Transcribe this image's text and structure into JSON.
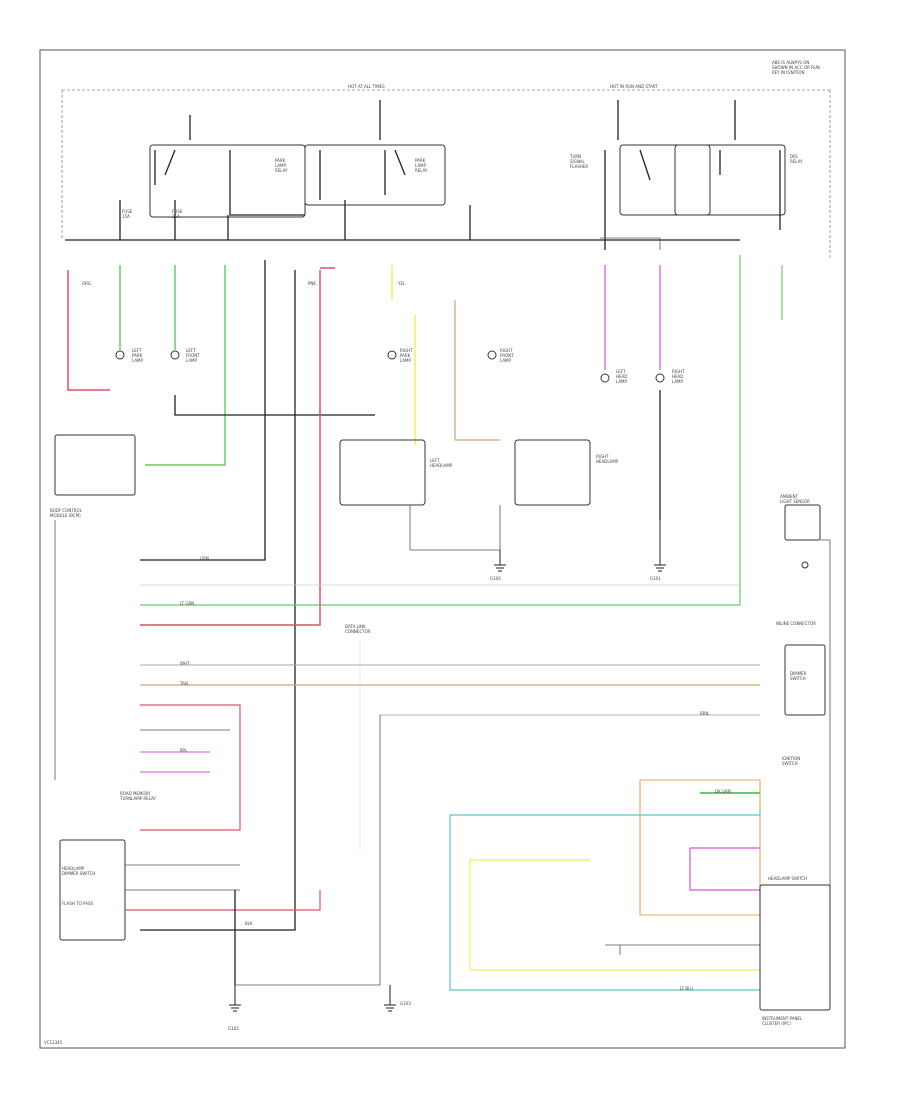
{
  "labels": {
    "page_code": "VC12345",
    "top_left_fuse": "HOT AT ALL TIMES",
    "top_right_fuse": "HOT IN RUN AND START",
    "corner_note": "ABS IS ALWAYS ON\nSHOWN IN ACC OR RUN\nKEY IN IGNITION",
    "fuse_a": "FUSE\n15A",
    "fuse_b": "FUSE\n15A",
    "relay_a": "PARK\nLAMP\nRELAY",
    "relay_b": "PARK\nLAMP\nRELAY",
    "relay_c": "TURN\nSIGNAL\nFLASHER",
    "relay_d": "DRL\nRELAY",
    "lamp_lp": "LEFT\nPARK\nLAMP",
    "lamp_lf": "LEFT\nFRONT\nLAMP",
    "lamp_rp": "RIGHT\nPARK\nLAMP",
    "lamp_rf": "RIGHT\nFRONT\nLAMP",
    "lamp_lh": "LEFT\nHEAD\nLAMP",
    "lamp_rh": "RIGHT\nHEAD\nLAMP",
    "lamp_lhl": "LEFT\nHEADLAMP",
    "lamp_rhl": "RIGHT\nHEADLAMP",
    "module_bcm": "BODY CONTROL\nMODULE (BCM)",
    "module_lighting": "ROAD MEMORY\nTURNLAMP RELAY",
    "module_ipc": "INSTRUMENT PANEL\nCLUSTER (IPC)",
    "dimmer_switch": "DIMMER\nSWITCH",
    "headlamp_switch": "HEADLAMP SWITCH",
    "ambient_sensor": "AMBIENT\nLIGHT SENSOR",
    "inline_conn": "INLINE CONNECTOR",
    "hl_switch_label": "HEADLAMP\nDIMMER SWITCH",
    "flash_to_pass": "FLASH TO PASS",
    "ign_switch": "IGNITION\nSWITCH",
    "g_ground": "G100",
    "g_ground_b": "G101",
    "g_ground_c": "G102",
    "g_ground_d": "G103",
    "data_link": "DATA LINK\nCONNECTOR",
    "wire_org": "ORG",
    "wire_pnk": "PNK",
    "wire_yel": "YEL",
    "wire_grn": "GRN",
    "wire_blk": "BLK",
    "wire_ltgrn": "LT GRN",
    "wire_tan": "TAN",
    "wire_ppl": "PPL",
    "wire_wht": "WHT",
    "wire_ltblu": "LT BLU",
    "wire_dkgrn": "DK GRN",
    "wire_brn": "BRN"
  },
  "colors": {
    "red": "#e0506a",
    "pink": "#f08080",
    "green": "#66cc66",
    "ltgreen": "#8fd88f",
    "yellow": "#f2ef5a",
    "magenta": "#e070e0",
    "tan": "#c8a878",
    "cyan": "#5cc4c4",
    "orange": "#f0a060",
    "gray": "#aaaaaa",
    "black": "#222222"
  }
}
